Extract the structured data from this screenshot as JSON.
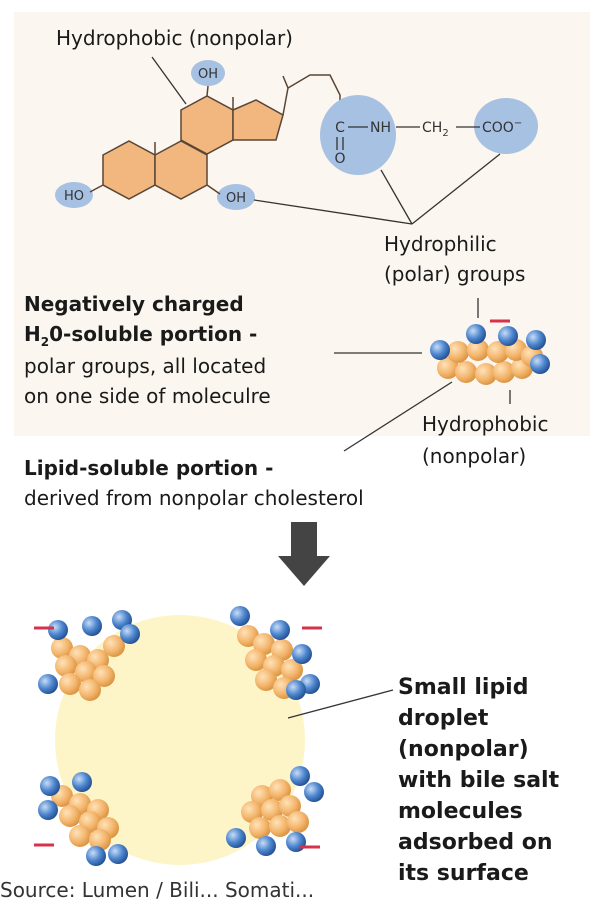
{
  "labels": {
    "hydrophobic_top": "Hydrophobic (nonpolar)",
    "oh_top": "OH",
    "oh_right": "OH",
    "ho_left": "HO",
    "c_atom": "C",
    "o_atom": "O",
    "nh": "NH",
    "ch2": "CH",
    "ch2_sub": "2",
    "coo": "COO",
    "coo_charge": "−",
    "hydrophilic_line1": "Hydrophilic",
    "hydrophilic_line2": "(polar) groups",
    "neg_line1": "Negatively charged",
    "neg_line2_pre": "H",
    "neg_line2_sub": "2",
    "neg_line2_post": "0-soluble portion -",
    "neg_line3": "polar groups, all located",
    "neg_line4": "on one side of moleculre",
    "hydrophobic_mid_1": "Hydrophobic",
    "hydrophobic_mid_2": "(nonpolar)",
    "lipid_line1": "Lipid-soluble portion -",
    "lipid_line2": "derived from nonpolar cholesterol",
    "caption": [
      "Small lipid",
      "droplet",
      "(nonpolar)",
      "with bile salt",
      "molecules",
      "adsorbed on",
      "its surface"
    ],
    "footer": "Source: Lumen / Bili... Somati..."
  },
  "colors": {
    "panel_bg": "#fbf6ef",
    "ring_fill": "#f2b77f",
    "ring_stroke": "#5a4636",
    "polar_fill": "#a7c1e2",
    "sphere_orange": "#f3b56c",
    "sphere_blue": "#3f79c2",
    "droplet": "#fdf5c7",
    "charge": "#d7324b",
    "arrow": "#444444"
  }
}
